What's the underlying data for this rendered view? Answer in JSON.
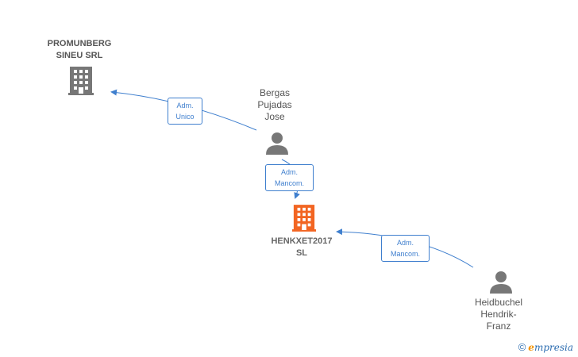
{
  "nodes": {
    "promunberg": {
      "label_line1": "PROMUNBERG",
      "label_line2": "SINEU SRL",
      "type": "company",
      "icon": "building-icon",
      "color": "#777777"
    },
    "bergas": {
      "label_line1": "Bergas",
      "label_line2": "Pujadas",
      "label_line3": "Jose",
      "type": "person",
      "icon": "person-icon",
      "color": "#777777"
    },
    "henkxet": {
      "label_line1": "HENKXET2017",
      "label_line2": "SL",
      "type": "company",
      "icon": "building-icon",
      "color": "#f26522"
    },
    "heidbuchel": {
      "label_line1": "Heidbuchel",
      "label_line2": "Hendrik-",
      "label_line3": "Franz",
      "type": "person",
      "icon": "person-icon",
      "color": "#777777"
    }
  },
  "edges": {
    "bergas_promunberg": {
      "line1": "Adm.",
      "line2": "Unico"
    },
    "bergas_henkxet": {
      "line1": "Adm.",
      "line2": "Mancom."
    },
    "heidbuchel_henkxet": {
      "line1": "Adm.",
      "line2": "Mancom."
    }
  },
  "colors": {
    "edge": "#3f7fce"
  },
  "watermark": {
    "copyright_symbol": "©",
    "brand_first": "e",
    "brand_rest": "mpresia"
  }
}
